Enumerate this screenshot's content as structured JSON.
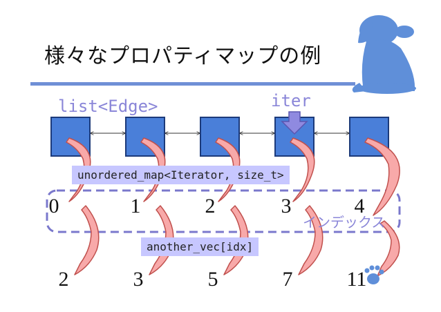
{
  "title": "様々なプロパティマップの例",
  "list_label": "list<Edge>",
  "iter_label": "iter",
  "map_label": "unordered_map<Iterator, size_t>",
  "index_label": "インデックス",
  "vec_label": "another_vec[idx]",
  "indices": [
    "0",
    "1",
    "2",
    "3",
    "4"
  ],
  "values": [
    "2",
    "3",
    "5",
    "7",
    "11"
  ],
  "colors": {
    "node_fill": "#4a7fd9",
    "node_stroke": "#1c3a7a",
    "arrow_fill": "#f8a9a9",
    "arrow_stroke": "#c0504d",
    "label_box": "#c7c7ff",
    "dash": "#7a78cc",
    "dog": "#5f8fd9"
  }
}
